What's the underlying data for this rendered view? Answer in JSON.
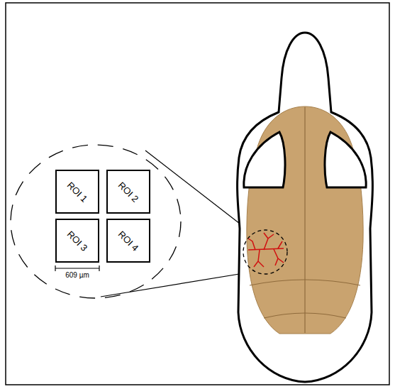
{
  "diagram": {
    "nodes": [
      {
        "text": [
          "ROI 1"
        ]
      },
      {
        "text": [
          "ROI 2"
        ]
      },
      {
        "text": [
          "ROI 3"
        ]
      },
      {
        "text": [
          "ROI 4"
        ]
      }
    ],
    "labels": [
      "609 µm"
    ]
  }
}
